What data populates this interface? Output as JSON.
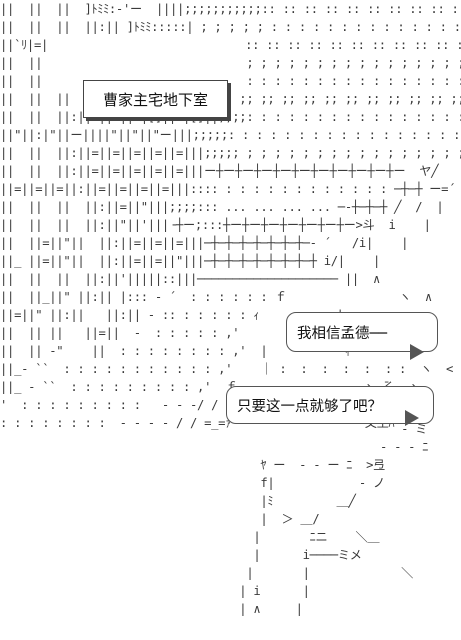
{
  "caption": {
    "text": "曹家主宅地下室"
  },
  "dialogue": [
    {
      "speaker": "",
      "text": "我相信孟德──"
    },
    {
      "speaker": "",
      "text": "只要这一点就够了吧？"
    }
  ]
}
